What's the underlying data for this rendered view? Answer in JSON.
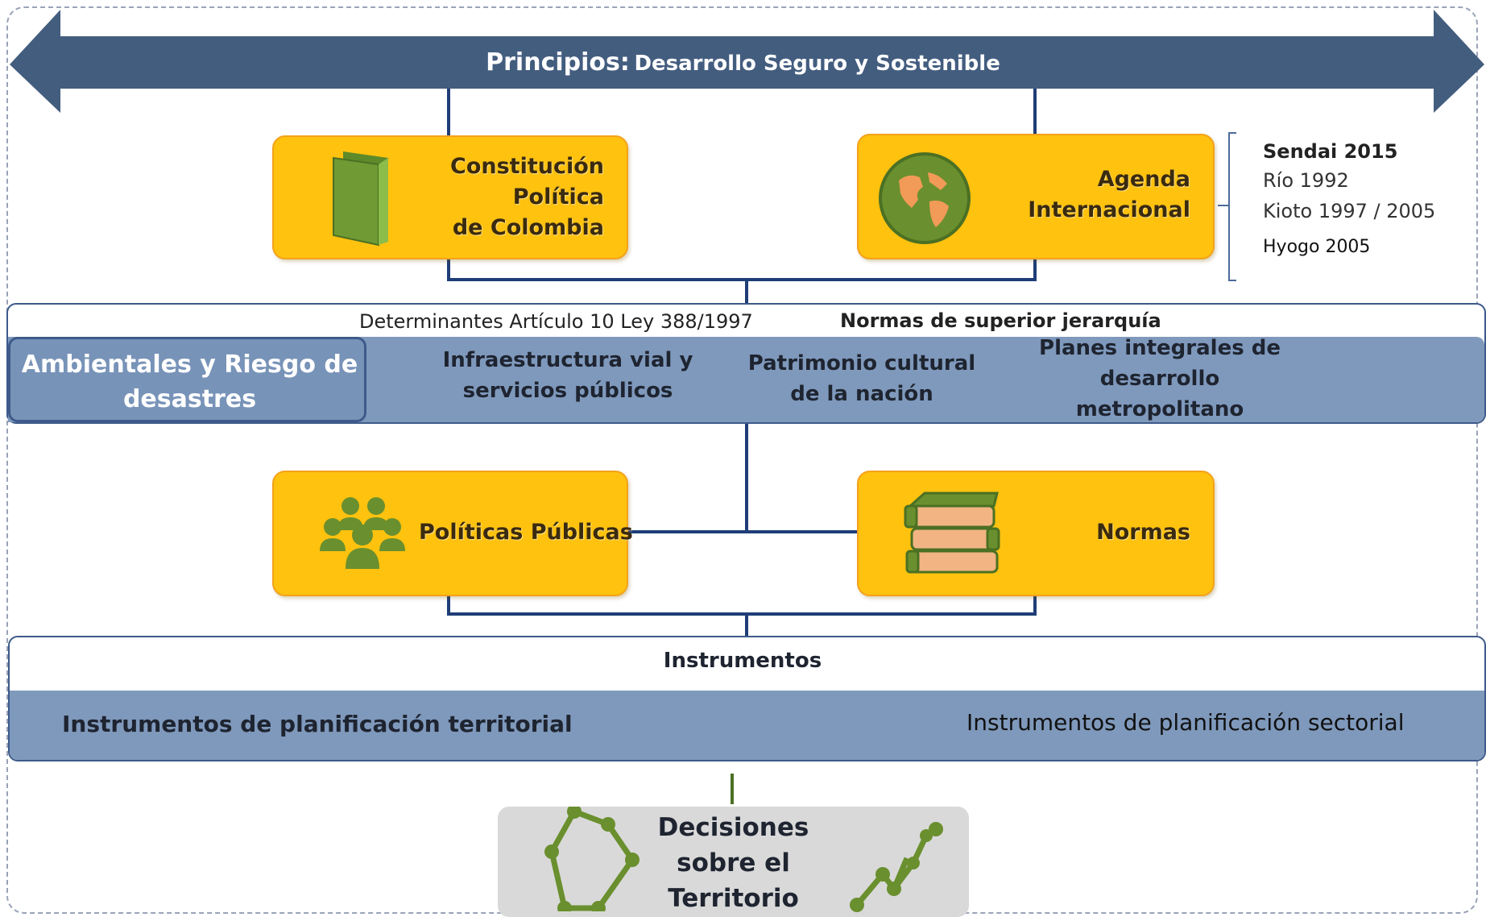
{
  "principles": {
    "lead": "Principios:",
    "rest": "Desarrollo Seguro y  Sostenible"
  },
  "constitucion": {
    "lines": [
      "Constitución",
      "Política",
      "de Colombia"
    ],
    "icon": "book-icon"
  },
  "agenda": {
    "lines": [
      "Agenda",
      "Internacional"
    ],
    "icon": "globe-icon"
  },
  "agenda_refs": [
    "Sendai 2015",
    "Río 1992",
    "Kioto 1997 / 2005",
    "Hyogo 2005"
  ],
  "determinantes": {
    "left_header": "Determinantes  Artículo 10 Ley 388/1997",
    "right_header": "Normas de superior jerarquía",
    "highlight": [
      "Ambientales y Riesgo de",
      "desastres"
    ],
    "items": [
      [
        "Infraestructura vial y",
        "servicios públicos"
      ],
      [
        "Patrimonio cultural",
        "de la nación"
      ],
      [
        "Planes integrales de",
        "desarrollo",
        "metropolitano"
      ]
    ]
  },
  "politicas": {
    "label": "Políticas Públicas",
    "icon": "people-group-icon"
  },
  "normas": {
    "label": "Normas",
    "icon": "books-stack-icon"
  },
  "instrumentos": {
    "header": "Instrumentos",
    "territorial": "Instrumentos de planificación territorial",
    "sectorial": "Instrumentos de planificación sectorial"
  },
  "decisiones": {
    "lines": [
      "Decisiones",
      "sobre el",
      "Territorio"
    ],
    "icons": [
      "polygon-map-icon",
      "route-line-icon"
    ]
  },
  "colors": {
    "arrow": "#435d7f",
    "box_fill": "#fec20f",
    "box_border": "#f4a21c",
    "band": "#7f99bc",
    "connector": "#1f3e78",
    "icon_green": "#6a8f2e",
    "icon_orange": "#f29a58"
  }
}
